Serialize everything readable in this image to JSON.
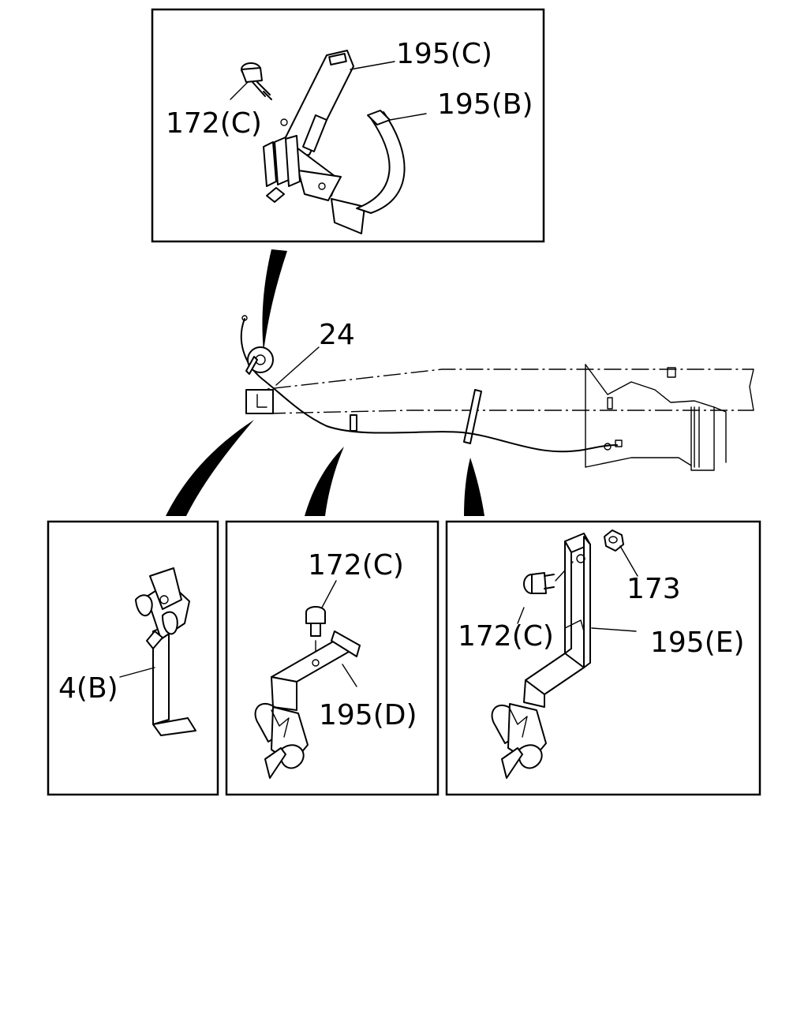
{
  "labels": {
    "top_195c": "195(C)",
    "top_172c": "172(C)",
    "top_195b": "195(B)",
    "main_24": "24",
    "p1_4b": "4(B)",
    "p2_172c": "172(C)",
    "p2_195d": "195(D)",
    "p3_173": "173",
    "p3_172c": "172(C)",
    "p3_195e": "195(E)"
  }
}
